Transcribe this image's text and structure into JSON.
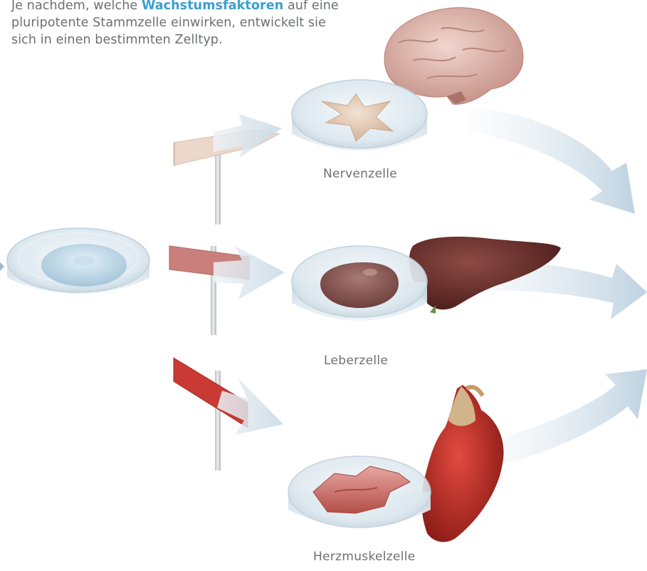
{
  "intro": {
    "before": "Je nachdem, welche ",
    "highlight": "Wachstumsfaktoren",
    "after": " auf eine pluripotente Stammzelle einwirken, entwickelt sie sich in einen bestimmten Zelltyp."
  },
  "cells": {
    "nerve": "Nervenzelle",
    "liver": "Leberzelle",
    "heart": "Herzmuskelzelle"
  },
  "colors": {
    "highlight": "#3a9fcf",
    "text": "#6d6f72",
    "sign_nerve": "#ead6c8",
    "sign_liver": "#c77d7a",
    "sign_heart": "#c63a34"
  }
}
